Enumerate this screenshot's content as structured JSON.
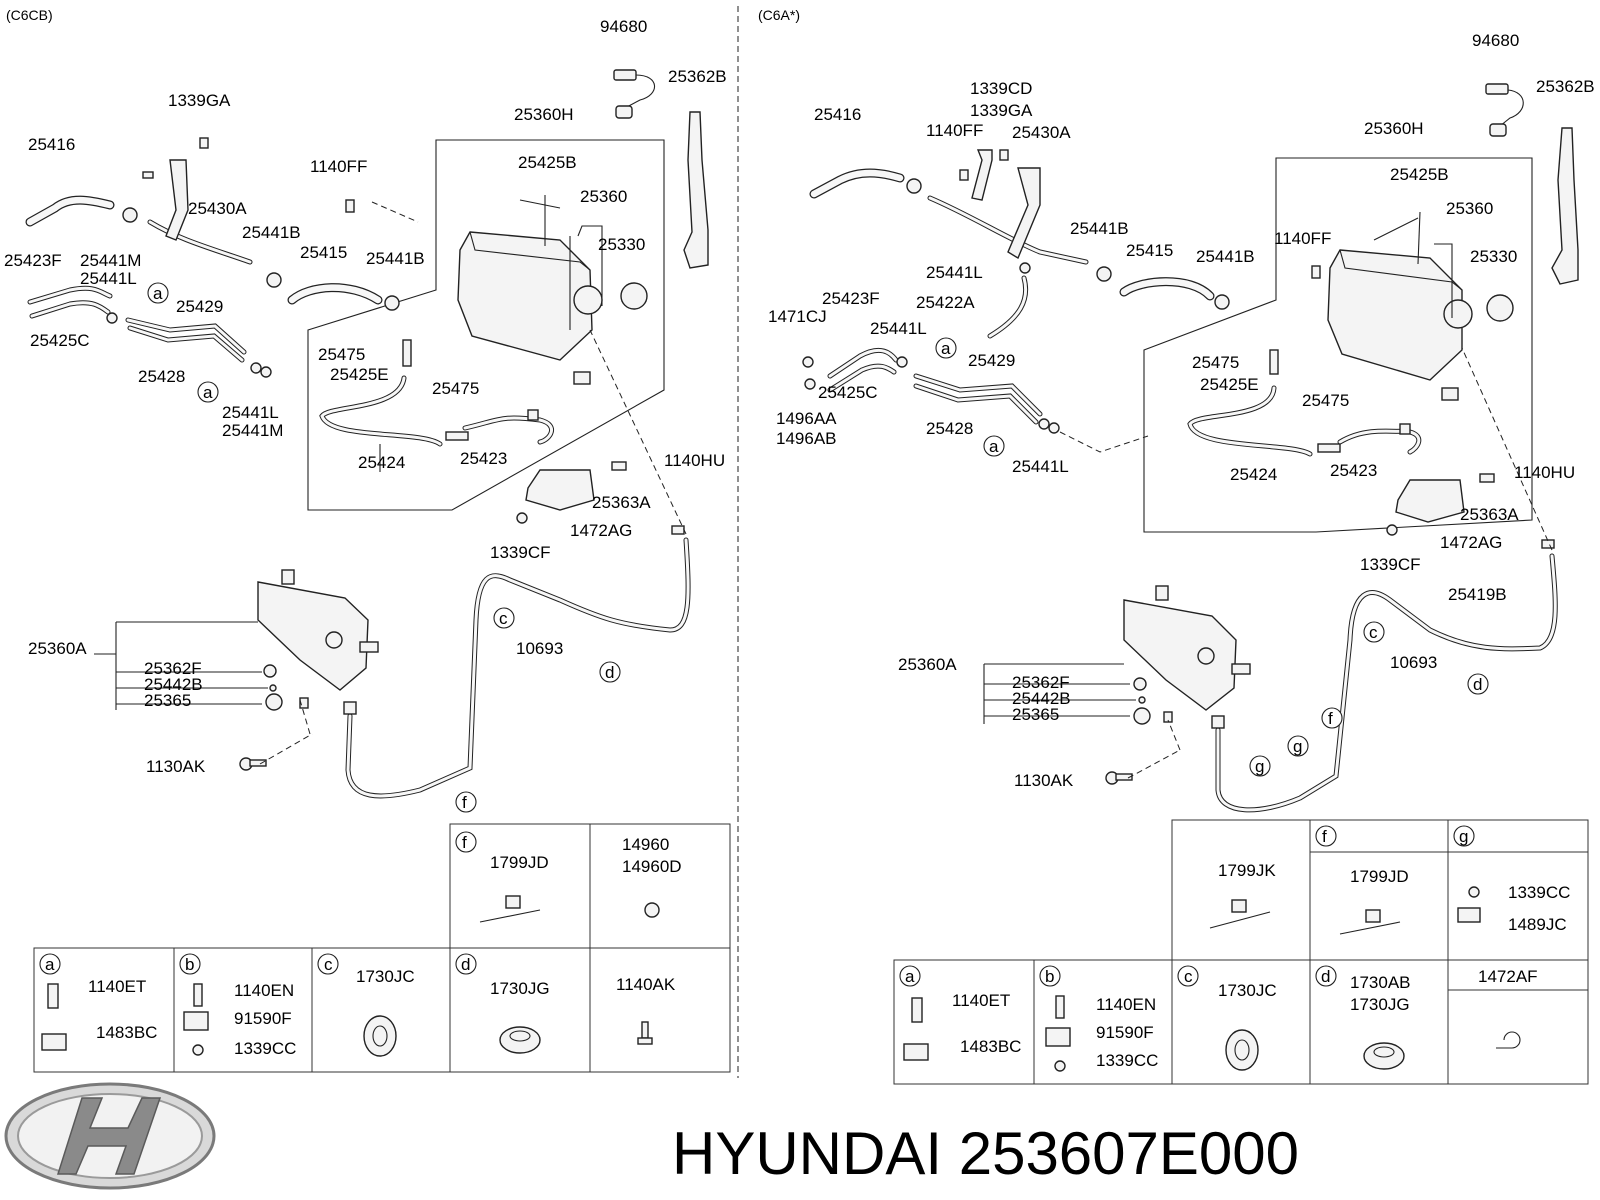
{
  "headers": {
    "left": "(C6CB)",
    "right": "(C6A*)"
  },
  "left_labels": {
    "p94680": "94680",
    "p25362B": "25362B",
    "p1339GA": "1339GA",
    "p25360H": "25360H",
    "p25416": "25416",
    "p1140FF": "1140FF",
    "p25425B": "25425B",
    "p25430A": "25430A",
    "p25360": "25360",
    "p25441B_a": "25441B",
    "p25415": "25415",
    "p25441B_b": "25441B",
    "p25330": "25330",
    "p25423F": "25423F",
    "p25441M": "25441M",
    "p25441L": "25441L",
    "p25429": "25429",
    "p25425C": "25425C",
    "p25475_a": "25475",
    "p25425E": "25425E",
    "p25428": "25428",
    "p25475_b": "25475",
    "p25441L_b": "25441L",
    "p25441M_b": "25441M",
    "p25424": "25424",
    "p25423": "25423",
    "p1140HU": "1140HU",
    "p25363A": "25363A",
    "p1472AG": "1472AG",
    "p1339CF": "1339CF",
    "p25360A": "25360A",
    "p10693": "10693",
    "p25362F": "25362F",
    "p25442B": "25442B",
    "p25365": "25365",
    "p1130AK": "1130AK"
  },
  "right_labels": {
    "p94680": "94680",
    "p1339CD": "1339CD",
    "p1339GA": "1339GA",
    "p25362B": "25362B",
    "p25416": "25416",
    "p1140FF_a": "1140FF",
    "p25430A": "25430A",
    "p25360H": "25360H",
    "p25425B": "25425B",
    "p25441B_a": "25441B",
    "p25360": "25360",
    "p1140FF_b": "1140FF",
    "p25415": "25415",
    "p25441L_a": "25441L",
    "p25441B_b": "25441B",
    "p25330": "25330",
    "p25422A": "25422A",
    "p25423F": "25423F",
    "p1471CJ": "1471CJ",
    "p25441L_b": "25441L",
    "p25429": "25429",
    "p25475_a": "25475",
    "p25425C": "25425C",
    "p25425E": "25425E",
    "p1496AA": "1496AA",
    "p1496AB": "1496AB",
    "p25428": "25428",
    "p25475_b": "25475",
    "p25441L_c": "25441L",
    "p25424": "25424",
    "p25423": "25423",
    "p1140HU": "1140HU",
    "p25363A": "25363A",
    "p1472AG": "1472AG",
    "p1339CF": "1339CF",
    "p25419B": "25419B",
    "p25360A": "25360A",
    "p10693": "10693",
    "p25362F": "25362F",
    "p25442B": "25442B",
    "p25365": "25365",
    "p1130AK": "1130AK"
  },
  "callouts": {
    "a": "a",
    "b": "b",
    "c": "c",
    "d": "d",
    "f": "f",
    "g": "g"
  },
  "left_table": {
    "f_part": "1799JD",
    "f2_part1": "14960",
    "f2_part2": "14960D",
    "a_top": "1140ET",
    "a_bot": "1483BC",
    "b_top": "1140EN",
    "b_mid": "91590F",
    "b_bot": "1339CC",
    "c_part": "1730JC",
    "d_part": "1730JG",
    "e_part": "1140AK"
  },
  "right_table": {
    "t1_part": "1799JK",
    "f_part": "1799JD",
    "g_top": "1339CC",
    "g_bot": "1489JC",
    "a_top": "1140ET",
    "a_bot": "1483BC",
    "b_top": "1140EN",
    "b_mid": "91590F",
    "b_bot": "1339CC",
    "c_part": "1730JC",
    "d_part1": "1730AB",
    "d_part2": "1730JG",
    "e_part": "1472AF"
  },
  "footer": {
    "brand_part": "HYUNDAI 253607E000"
  },
  "logo": {
    "icon": "hyundai-logo"
  }
}
